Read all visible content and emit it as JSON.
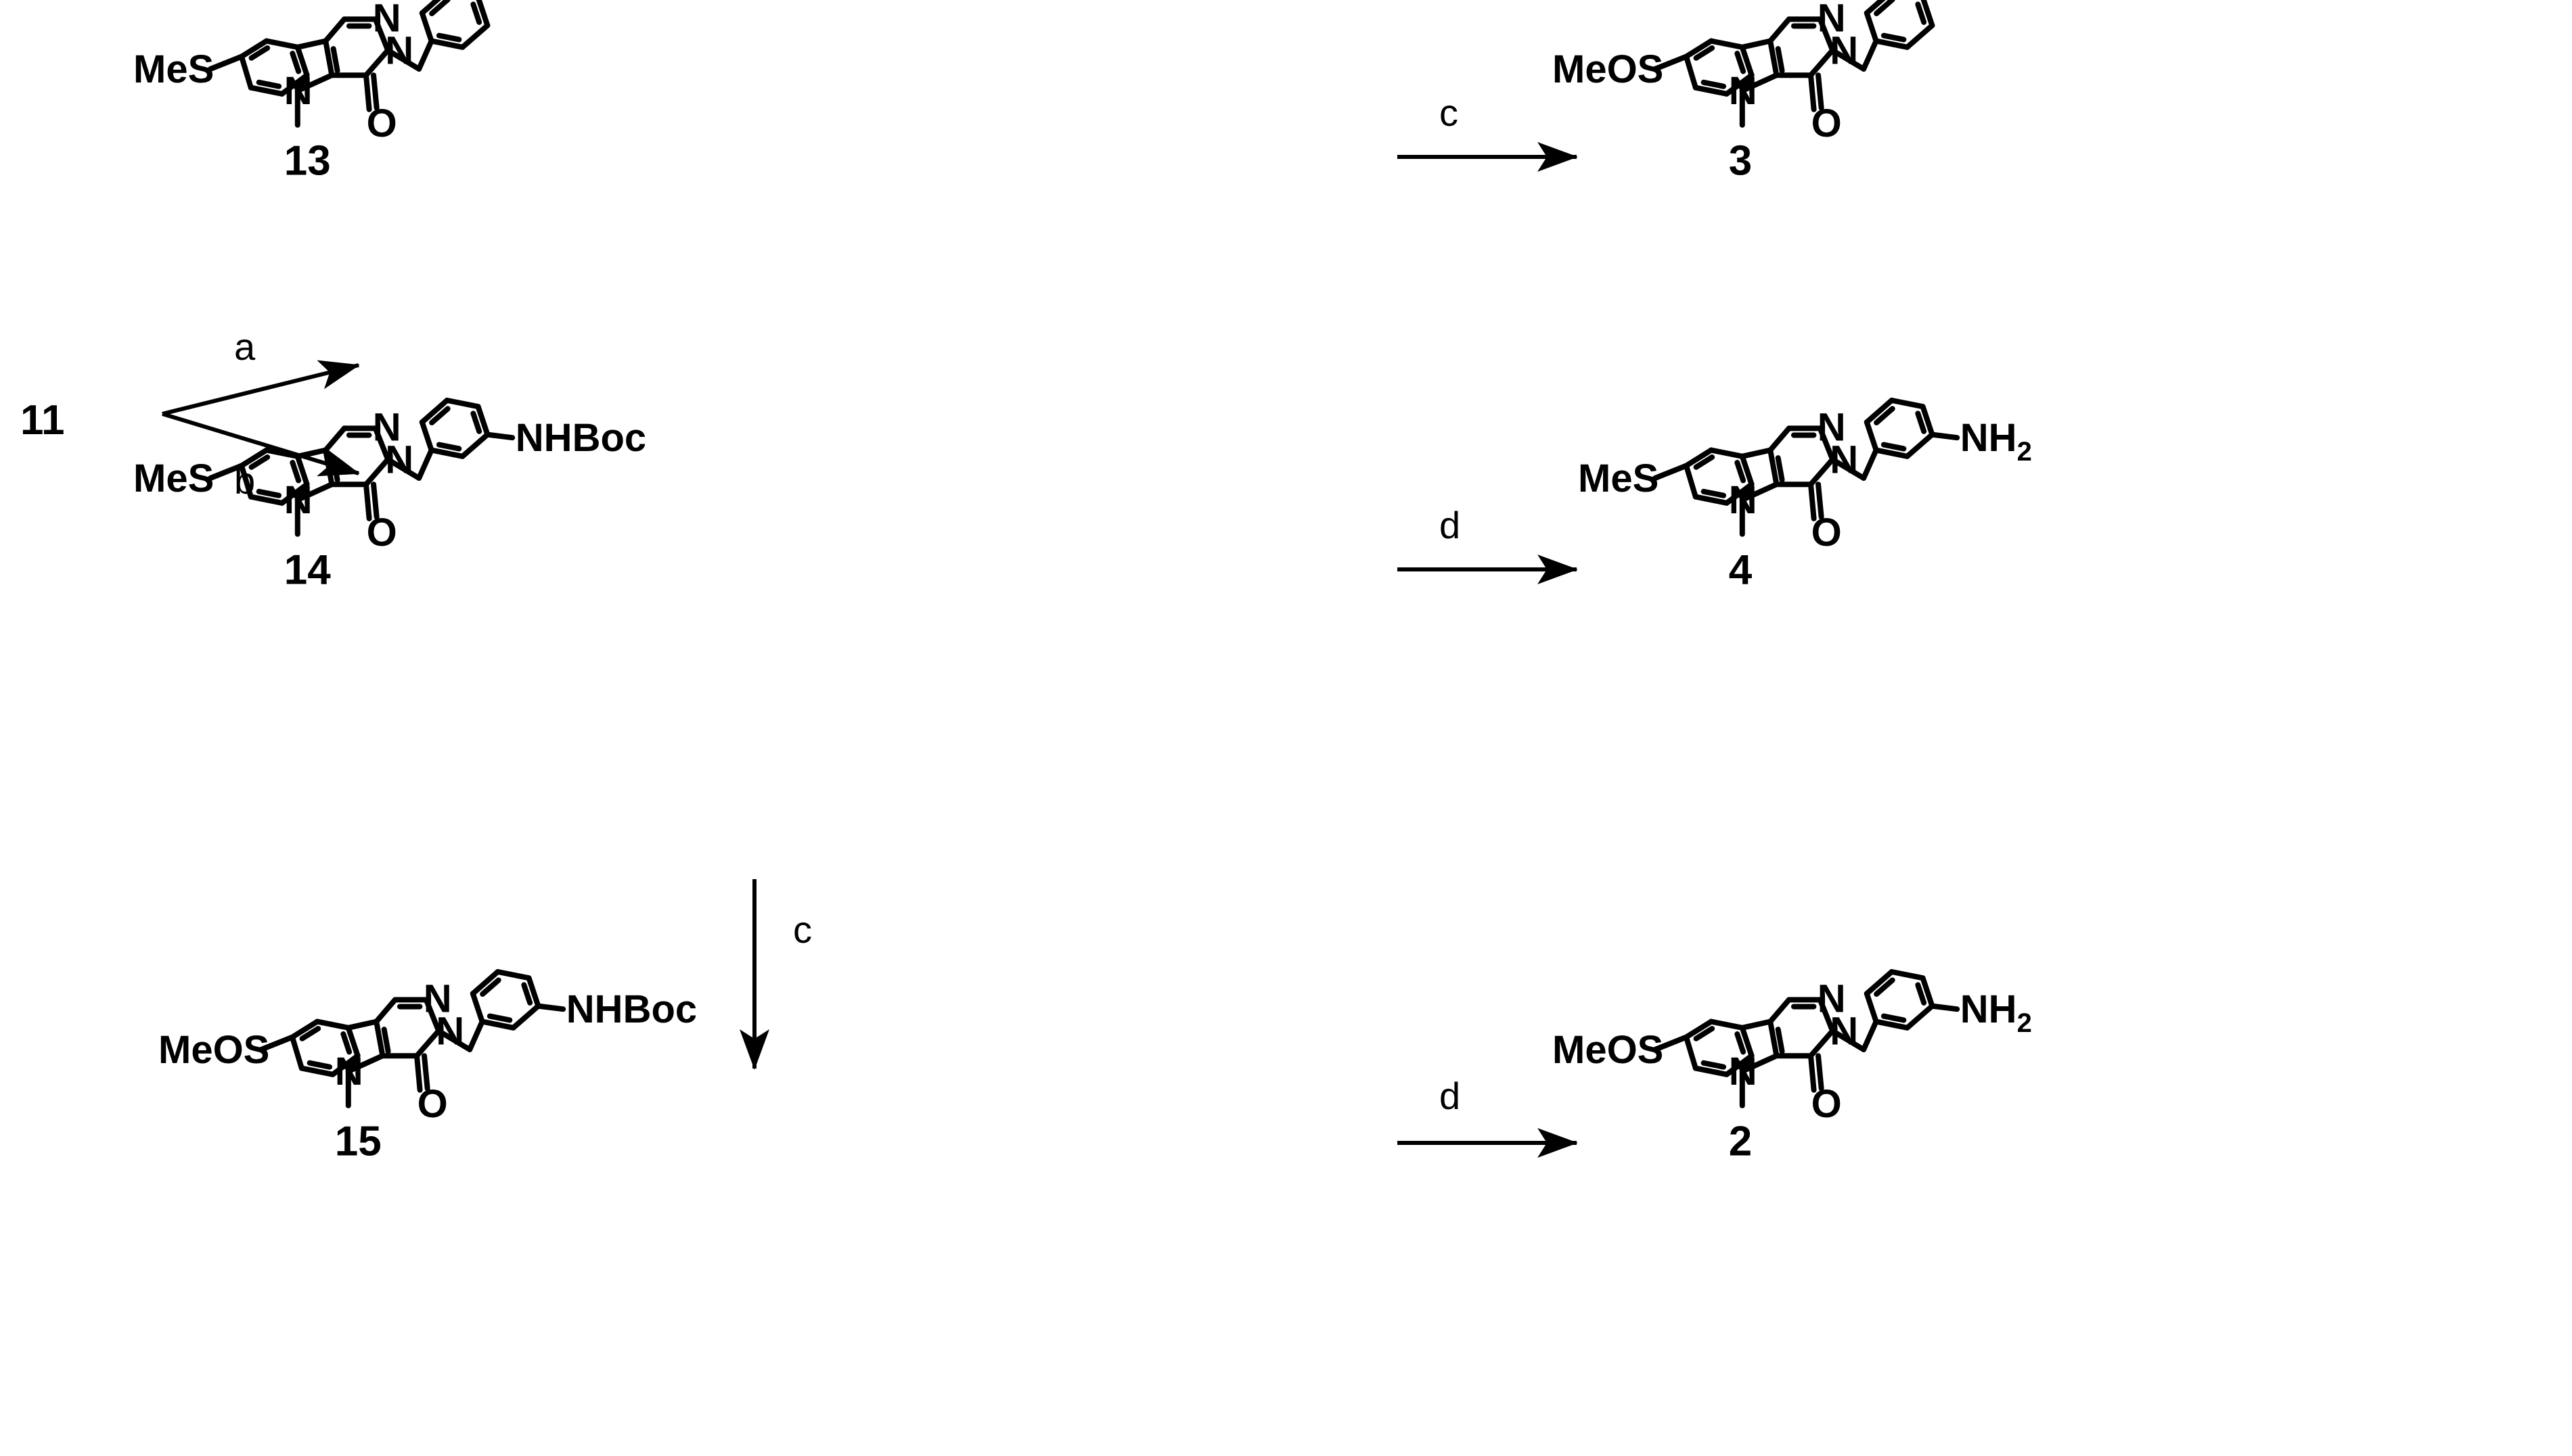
{
  "start_compound": "11",
  "conditions": {
    "a": "a",
    "b": "b",
    "c": "c",
    "d": "d"
  },
  "compounds": [
    {
      "id": "13",
      "label": "13",
      "substituent": "MeS",
      "pendant": "benzyl",
      "amine": ""
    },
    {
      "id": "3",
      "label": "3",
      "substituent": "MeOS",
      "pendant": "benzyl",
      "amine": ""
    },
    {
      "id": "14",
      "label": "14",
      "substituent": "MeS",
      "pendant": "aryl-amine",
      "amine": "NHBoc"
    },
    {
      "id": "4",
      "label": "4",
      "substituent": "MeS",
      "pendant": "aryl-amine",
      "amine": "NH",
      "amine_sub": "2"
    },
    {
      "id": "15",
      "label": "15",
      "substituent": "MeOS",
      "pendant": "aryl-amine",
      "amine": "NHBoc"
    },
    {
      "id": "2",
      "label": "2",
      "substituent": "MeOS",
      "pendant": "aryl-amine",
      "amine": "NH",
      "amine_sub": "2"
    }
  ],
  "atoms": {
    "nitrogen": "N",
    "oxygen": "O"
  }
}
